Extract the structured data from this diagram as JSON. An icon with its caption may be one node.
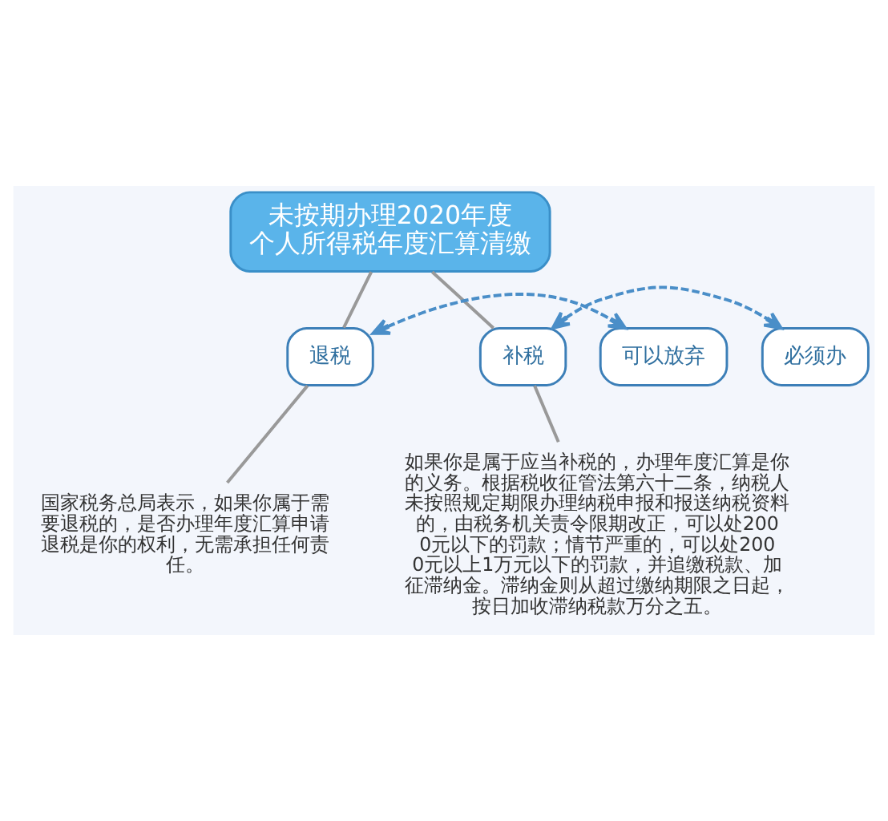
{
  "diagram": {
    "nodes": [
      {
        "text": [
          "未按期办理2020年度个人所得税年度汇算清缴"
        ]
      },
      {
        "text": [
          "可以放弃"
        ]
      },
      {
        "text": [
          "退税"
        ]
      },
      {
        "text": [
          "补税"
        ]
      },
      {
        "text": [
          "必须办"
        ]
      },
      {
        "text": [
          "国家税务总局表示，如果你属于需要退税的，是否办理年度汇算申请退税是你的权利，无需承担任何责任。"
        ]
      },
      {
        "text": [
          "如果你是属于应当补税的，办理年度汇算是你的义务。根据税收征管法第六十二条，纳税人未按照规定期限办理纳税申报和报送纳税资料的，由税务机关责令限期改正，可以处2000元以下的罚款；情节严重的，可以处2000元以上1万元以下的罚款，并追缴税款、加征滞纳金。滞纳金则从超过缴纳期限之日起，按日加收滞纳税款万分之五。"
        ]
      }
    ],
    "edges": [
      {
        "from": 0,
        "to": 2,
        "arrow": "none"
      },
      {
        "from": 0,
        "to": 3,
        "arrow": "none"
      },
      {
        "from": 2,
        "to": 1,
        "arrow": "both",
        "style": "dashed",
        "color": "#4a8ec8"
      },
      {
        "from": 3,
        "to": 4,
        "arrow": "both",
        "style": "dashed",
        "color": "#4a8ec8"
      },
      {
        "from": 2,
        "to": 5,
        "arrow": "none"
      },
      {
        "from": 3,
        "to": 6,
        "arrow": "none"
      }
    ]
  }
}
